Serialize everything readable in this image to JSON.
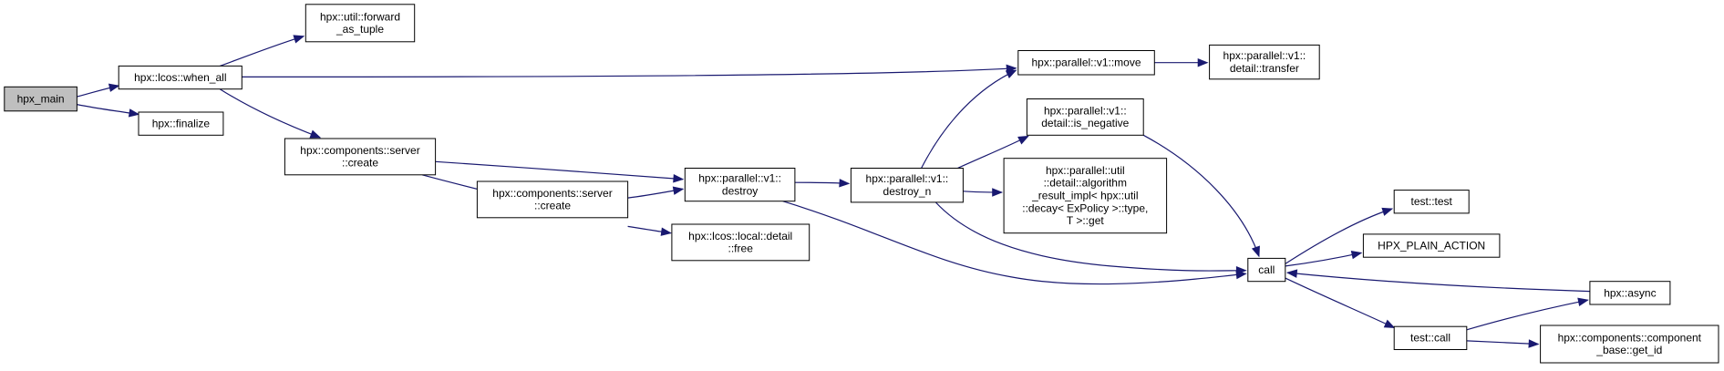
{
  "diagram": {
    "type": "call-graph",
    "colors": {
      "edge": "#191970",
      "root_fill": "#bfbfbf",
      "node_fill": "#ffffff",
      "node_border": "#000000"
    },
    "nodes": [
      {
        "id": "n0",
        "lines": [
          "hpx_main"
        ]
      },
      {
        "id": "n1",
        "lines": [
          "hpx::lcos::when_all"
        ]
      },
      {
        "id": "n2",
        "lines": [
          "hpx::util::forward",
          "_as_tuple"
        ]
      },
      {
        "id": "n3",
        "lines": [
          "hpx::finalize"
        ]
      },
      {
        "id": "n4",
        "lines": [
          "hpx::components::server",
          "::create"
        ]
      },
      {
        "id": "n5",
        "lines": [
          "hpx::components::server",
          "::create"
        ]
      },
      {
        "id": "n6",
        "lines": [
          "hpx::parallel::v1::",
          "destroy"
        ]
      },
      {
        "id": "n7",
        "lines": [
          "hpx::lcos::local::detail",
          "::free"
        ]
      },
      {
        "id": "n8",
        "lines": [
          "hpx::parallel::v1::",
          "destroy_n"
        ]
      },
      {
        "id": "n9",
        "lines": [
          "hpx::parallel::v1::move"
        ]
      },
      {
        "id": "n10",
        "lines": [
          "hpx::parallel::v1::",
          "detail::transfer"
        ]
      },
      {
        "id": "n11",
        "lines": [
          "hpx::parallel::v1::",
          "detail::is_negative"
        ]
      },
      {
        "id": "n12",
        "lines": [
          "hpx::parallel::util",
          "::detail::algorithm",
          "_result_impl< hpx::util",
          "::decay< ExPolicy >::type,",
          "T >::get"
        ]
      },
      {
        "id": "n13",
        "lines": [
          "call"
        ]
      },
      {
        "id": "n14",
        "lines": [
          "test::test"
        ]
      },
      {
        "id": "n15",
        "lines": [
          "HPX_PLAIN_ACTION"
        ]
      },
      {
        "id": "n16",
        "lines": [
          "hpx::async"
        ]
      },
      {
        "id": "n17",
        "lines": [
          "test::call"
        ]
      },
      {
        "id": "n18",
        "lines": [
          "hpx::components::component",
          "_base::get_id"
        ]
      }
    ],
    "edges": [
      {
        "from": "n0",
        "to": "n1"
      },
      {
        "from": "n0",
        "to": "n3"
      },
      {
        "from": "n1",
        "to": "n2"
      },
      {
        "from": "n1",
        "to": "n9"
      },
      {
        "from": "n1",
        "to": "n4"
      },
      {
        "from": "n4",
        "to": "n6"
      },
      {
        "from": "n4",
        "to": "n5"
      },
      {
        "from": "n5",
        "to": "n6"
      },
      {
        "from": "n5",
        "to": "n7"
      },
      {
        "from": "n6",
        "to": "n8"
      },
      {
        "from": "n6",
        "to": "n13"
      },
      {
        "from": "n8",
        "to": "n9"
      },
      {
        "from": "n8",
        "to": "n11"
      },
      {
        "from": "n8",
        "to": "n12"
      },
      {
        "from": "n8",
        "to": "n13"
      },
      {
        "from": "n9",
        "to": "n10"
      },
      {
        "from": "n11",
        "to": "n13"
      },
      {
        "from": "n13",
        "to": "n14"
      },
      {
        "from": "n13",
        "to": "n15"
      },
      {
        "from": "n13",
        "to": "n17"
      },
      {
        "from": "n16",
        "to": "n13"
      },
      {
        "from": "n17",
        "to": "n16"
      },
      {
        "from": "n17",
        "to": "n18"
      }
    ]
  }
}
